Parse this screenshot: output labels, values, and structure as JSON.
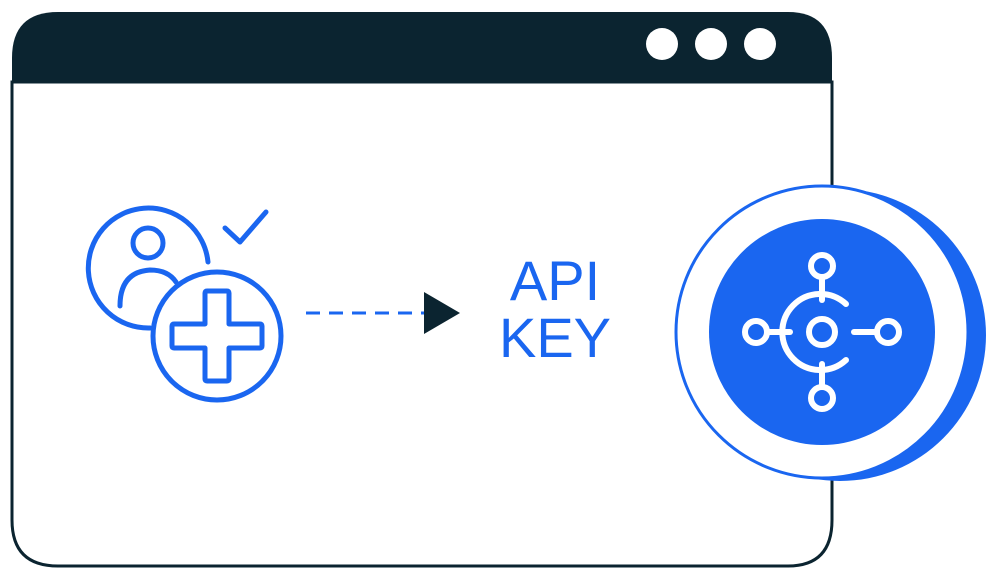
{
  "window": {
    "controls": [
      "window-dot",
      "window-dot",
      "window-dot"
    ]
  },
  "diagram": {
    "label_line1": "API",
    "label_line2": "KEY"
  },
  "colors": {
    "frame": "#0b2430",
    "accent": "#1a66f0",
    "background": "#ffffff"
  },
  "icons": {
    "left": "user-add-icon",
    "check": "checkmark-icon",
    "arrow": "arrow-right-icon",
    "right": "integration-hub-icon"
  }
}
